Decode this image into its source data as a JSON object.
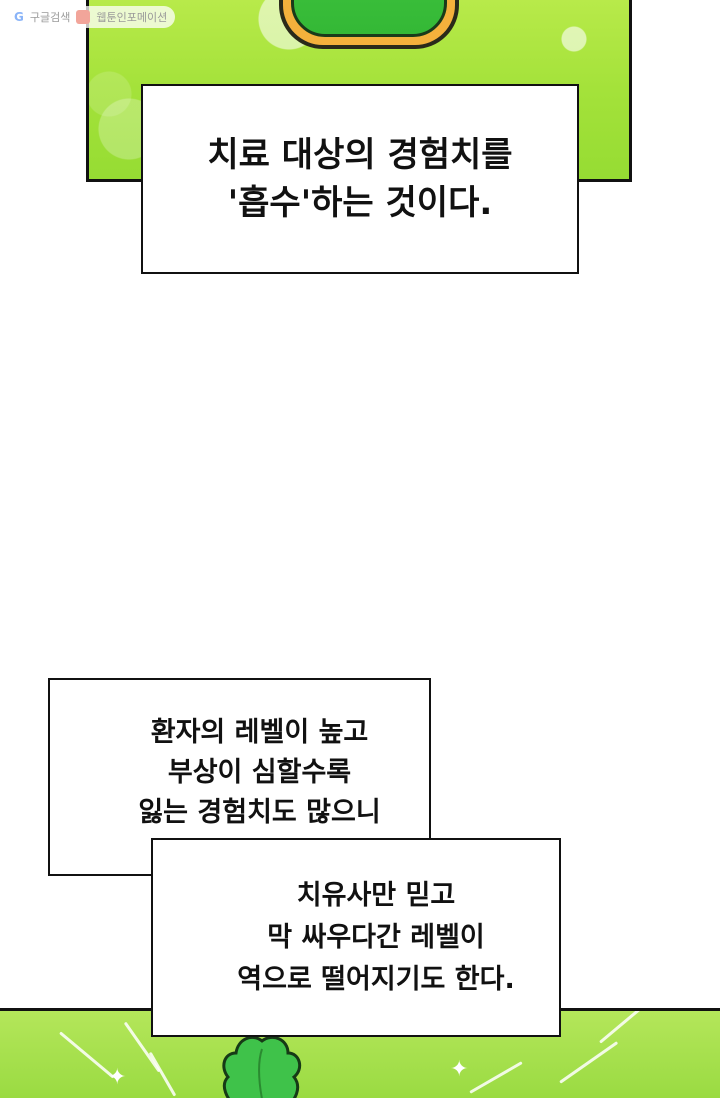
{
  "watermark": {
    "google_label": "구글검색",
    "site_label": "웹툰인포메이션"
  },
  "captions": {
    "top": {
      "lines": [
        "치료 대상의 경험치를",
        "'흡수'하는 것이다."
      ]
    },
    "middle": {
      "lines": [
        "환자의 레벨이 높고",
        "부상이 심할수록",
        "잃는 경험치도 많으니"
      ]
    },
    "bottom": {
      "lines": [
        "치유사만 믿고",
        "막 싸우다간 레벨이",
        "역으로 떨어지기도 한다."
      ]
    }
  },
  "colors": {
    "panel_green": "#a4e23a",
    "slime_green": "#3ec23c",
    "slime_rim": "#f4b13c",
    "border": "#111111"
  },
  "icons": {
    "google": "google-g-icon",
    "site": "webtoon-site-icon",
    "sparkle": "sparkle-icon"
  }
}
